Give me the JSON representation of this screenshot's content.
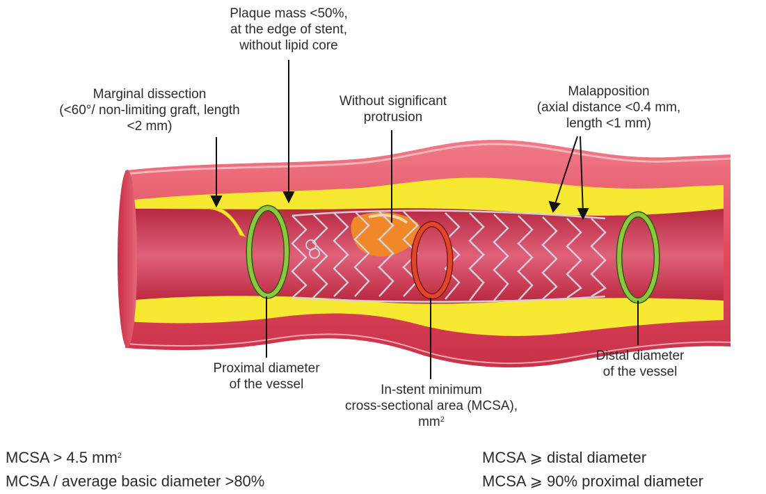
{
  "labels": {
    "plaque": "Plaque mass <50%,\nat the edge of stent,\nwithout lipid core",
    "dissection": "Marginal dissection\n(<60°/ non-limiting graft, length\n<2 mm)",
    "protrusion": "Without significant\nprotrusion",
    "malapposition": "Malapposition\n(axial distance <0.4 mm,\nlength <1 mm)",
    "proximal": "Proximal diameter\nof the vessel",
    "mcsa_line1": "In-stent minimum\ncross-sectional area (MCSA),",
    "mcsa_line2": "mm",
    "mcsa_sup": "2",
    "distal": "Distal diameter\nof the vessel"
  },
  "criteria": {
    "left_1": "MCSA > 4.5 mm",
    "left_1_sup": "2",
    "left_2": "MCSA / average basic diameter >80%",
    "right_1": "MCSA ⩾ distal diameter",
    "right_2": "MCSA ⩾ 90% proximal diameter"
  },
  "colors": {
    "vessel_wall": "#e0485c",
    "vessel_wall_dark": "#c62f47",
    "plaque": "#f7e832",
    "lumen": "#d23a55",
    "stent": "#c9c9d4",
    "ring_normal": "#8ec63f",
    "ring_minimum": "#e2452b",
    "lipid": "#f0882a"
  }
}
